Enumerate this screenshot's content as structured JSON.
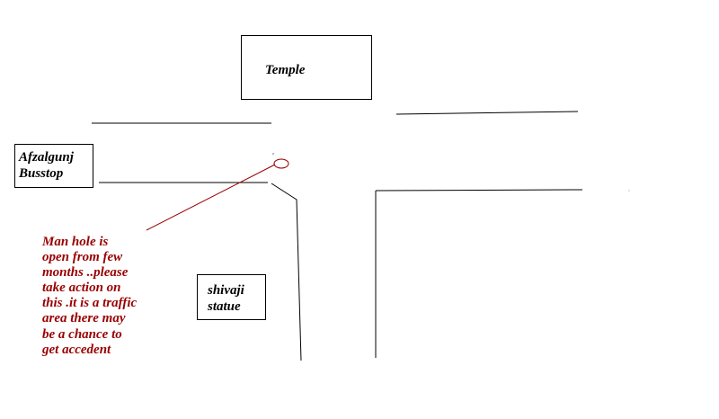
{
  "landmarks": {
    "temple": "Temple",
    "busstop": [
      "Afzalgunj",
      "Busstop"
    ],
    "statue": [
      "shivaji",
      "statue"
    ]
  },
  "note": {
    "lines": [
      "Man hole is",
      "open from few",
      "months ..please",
      "take action on",
      "this .it is a traffic",
      "area there may",
      "be a chance to",
      "get accedent"
    ],
    "color": "#990000"
  },
  "colors": {
    "road": "#000000",
    "pointer": "#990000",
    "manhole": "#990000"
  }
}
